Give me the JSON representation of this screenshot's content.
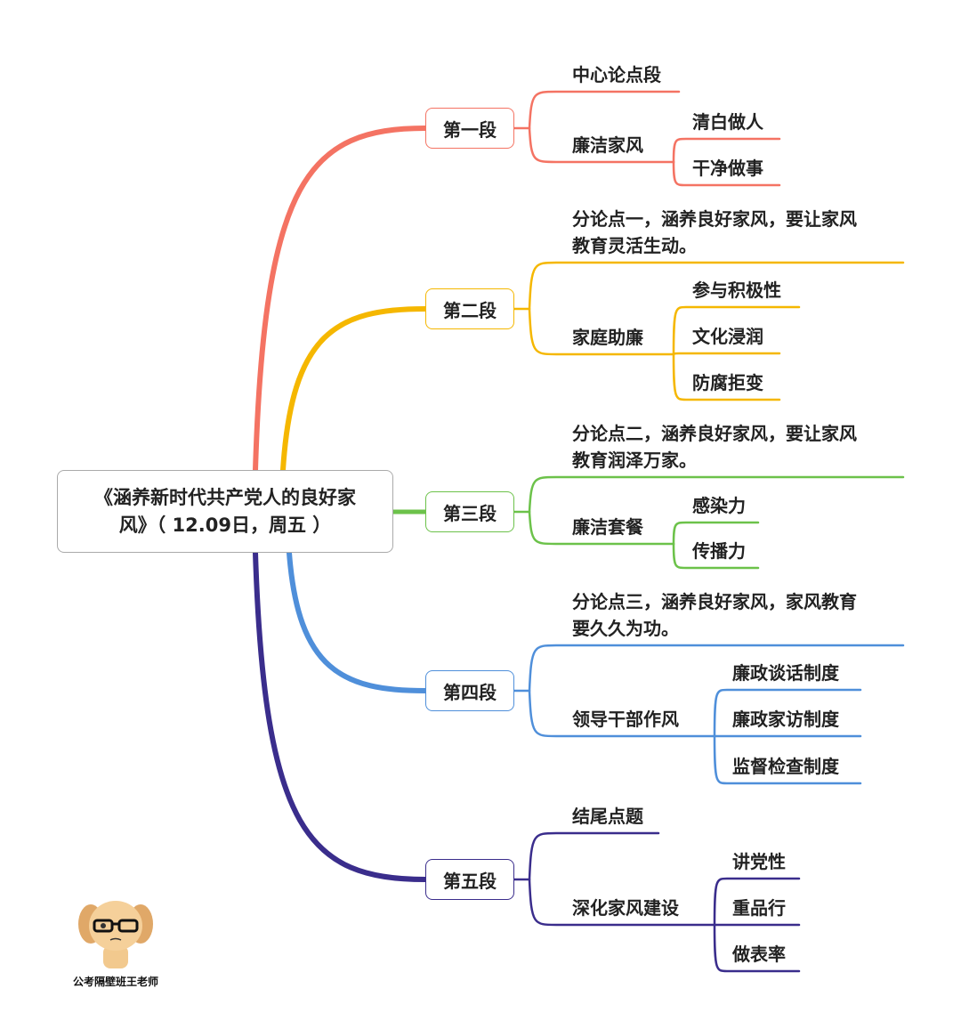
{
  "root": {
    "title_line1": "《涵养新时代共产党人的良好家",
    "title_line2": "风》（ 12.09日，周五 ）"
  },
  "branches": [
    {
      "label": "第一段",
      "color": "#F47363",
      "children": [
        {
          "text": [
            "中心论点段"
          ],
          "children": []
        },
        {
          "text": [
            "廉洁家风"
          ],
          "children": [
            {
              "text": "清白做人"
            },
            {
              "text": "干净做事"
            }
          ]
        }
      ]
    },
    {
      "label": "第二段",
      "color": "#F5B700",
      "children": [
        {
          "text": [
            "分论点一，涵养良好家风，要让家风",
            "教育灵活生动。"
          ],
          "children": []
        },
        {
          "text": [
            "家庭助廉"
          ],
          "children": [
            {
              "text": "参与积极性"
            },
            {
              "text": "文化浸润"
            },
            {
              "text": "防腐拒变"
            }
          ]
        }
      ]
    },
    {
      "label": "第三段",
      "color": "#6CC24A",
      "children": [
        {
          "text": [
            "分论点二，涵养良好家风，要让家风",
            "教育润泽万家。"
          ],
          "children": []
        },
        {
          "text": [
            "廉洁套餐"
          ],
          "children": [
            {
              "text": "感染力"
            },
            {
              "text": "传播力"
            }
          ]
        }
      ]
    },
    {
      "label": "第四段",
      "color": "#4F8FDA",
      "children": [
        {
          "text": [
            "分论点三，涵养良好家风，家风教育",
            "要久久为功。"
          ],
          "children": []
        },
        {
          "text": [
            "领导干部作风"
          ],
          "children": [
            {
              "text": "廉政谈话制度"
            },
            {
              "text": "廉政家访制度"
            },
            {
              "text": "监督检查制度"
            }
          ]
        }
      ]
    },
    {
      "label": "第五段",
      "color": "#3A2D8C",
      "children": [
        {
          "text": [
            "结尾点题"
          ],
          "children": []
        },
        {
          "text": [
            "深化家风建设"
          ],
          "children": [
            {
              "text": "讲党性"
            },
            {
              "text": "重品行"
            },
            {
              "text": "做表率"
            }
          ]
        }
      ]
    }
  ],
  "watermark": {
    "caption": "公考隔壁班王老师"
  }
}
